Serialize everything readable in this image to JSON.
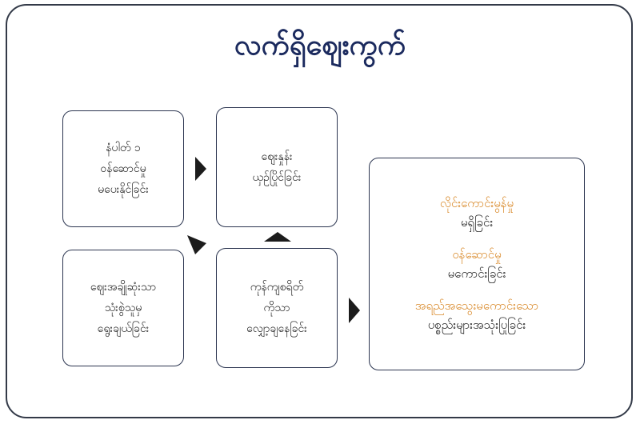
{
  "title": "လက်ရှိဈေးကွက်",
  "boxes": {
    "a": {
      "lines": [
        "နံပါတ် ၁",
        "ဝန်ဆောင်မှု",
        "မပေးနိုင်ခြင်း"
      ]
    },
    "b": {
      "lines": [
        "ဈေးနှုန်း",
        "ယှဉ်ပြိုင်ခြင်း"
      ]
    },
    "c": {
      "lines": [
        "ဈေးအချိုဆုံးသာ",
        "သုံးစွဲသူမှ",
        "ရွေးချယ်ခြင်း"
      ]
    },
    "d": {
      "lines": [
        "ကုန်ကျစရိတ်",
        "ကိုသာ",
        "လျှော့ချနေခြင်း"
      ]
    },
    "e": {
      "items": [
        {
          "highlight": "လိုင်းကောင်းမွန်မှု",
          "text": "မရှိခြင်း"
        },
        {
          "highlight": "ဝန်ဆောင်မှု",
          "text": "မကောင်းခြင်း"
        },
        {
          "highlight": "အရည်အသွေးမကောင်းသော",
          "text": "ပစ္စည်းများအသုံးပြုခြင်း"
        }
      ]
    }
  },
  "colors": {
    "title": "#1b2a5e",
    "highlight": "#d98a2b",
    "border": "#2b3550",
    "arrow": "#1c1c1c"
  }
}
